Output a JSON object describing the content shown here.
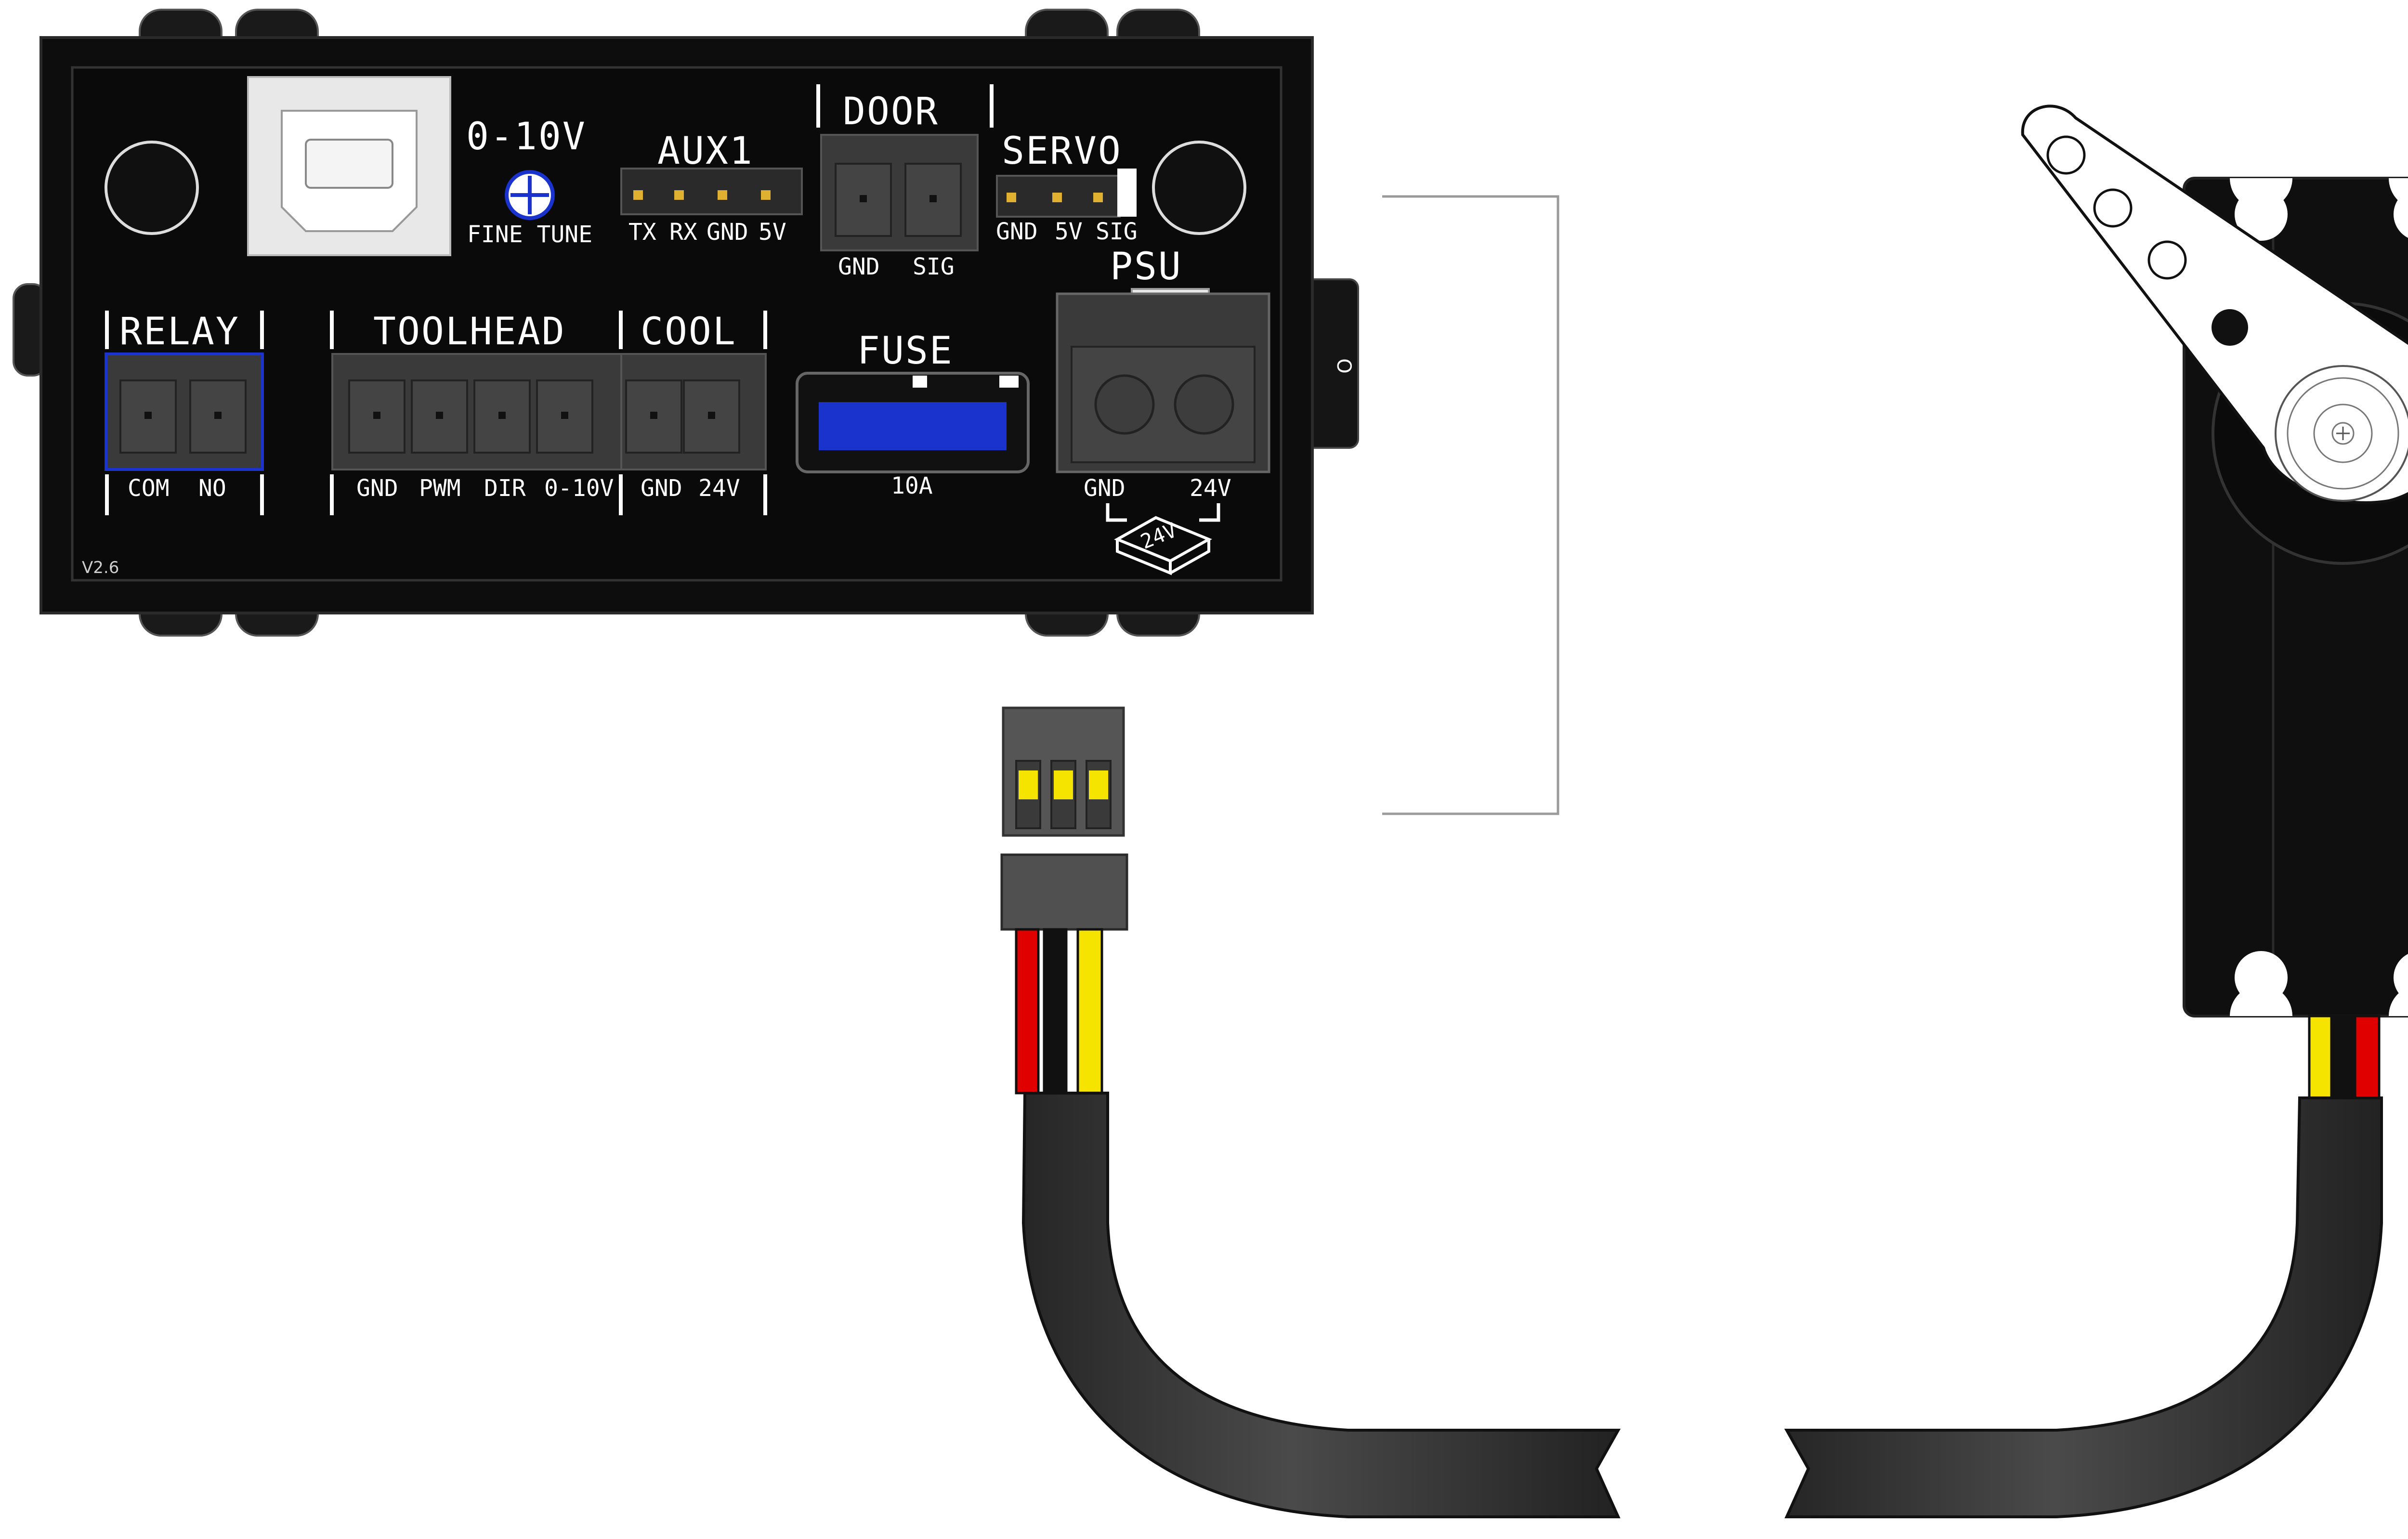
{
  "controller": {
    "headers": {
      "v010": "0-10V",
      "aux1": "AUX1",
      "door": "DOOR",
      "servo": "SERVO",
      "psu": "PSU",
      "relay": "RELAY",
      "toolhead": "TOOLHEAD",
      "cool": "COOL",
      "fuse": "FUSE"
    },
    "pin_labels": {
      "fine_tune": "FINE TUNE",
      "aux1": [
        "TX",
        "RX",
        "GND",
        "5V"
      ],
      "door": [
        "GND",
        "SIG"
      ],
      "servo": [
        "GND",
        "5V",
        "SIG"
      ],
      "relay": [
        "COM",
        "NO"
      ],
      "toolhead": [
        "GND",
        "PWM",
        "DIR",
        "0-10V"
      ],
      "cool": [
        "GND",
        "24V"
      ],
      "psu": [
        "GND",
        "24V"
      ],
      "fuse_rating": "10A",
      "psu_badge": "24V"
    },
    "version": "V2.6",
    "switch_mark": "O"
  },
  "colors": {
    "case": "#0d0d0d",
    "connector": "#3a3a3a",
    "fuse_blue": "#1a33cc",
    "wire_red": "#e00000",
    "wire_black": "#111111",
    "wire_yellow": "#f5e400",
    "cable_jacket": "#3b3b3b",
    "servo_body": "#0f0f0f",
    "servo_horn": "#ffffff"
  },
  "icons": [
    "potentiometer-icon",
    "usb-b-port-icon",
    "power-supply-icon",
    "screw-hole-icon",
    "servo-horn-icon"
  ]
}
